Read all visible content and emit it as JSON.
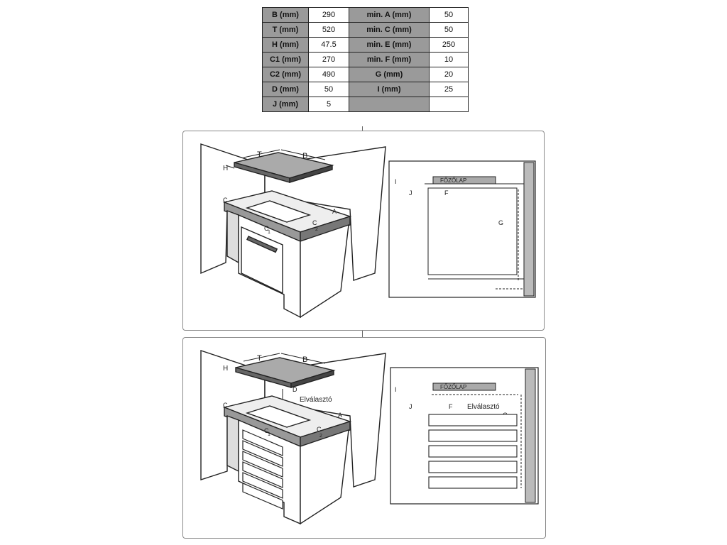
{
  "table": {
    "rows": [
      {
        "k1": "B (mm)",
        "v1": "290",
        "k2": "min. A (mm)",
        "v2": "50"
      },
      {
        "k1": "T (mm)",
        "v1": "520",
        "k2": "min. C (mm)",
        "v2": "50"
      },
      {
        "k1": "H (mm)",
        "v1": "47.5",
        "k2": "min. E (mm)",
        "v2": "250"
      },
      {
        "k1": "C1 (mm)",
        "v1": "270",
        "k2": "min. F (mm)",
        "v2": "10"
      },
      {
        "k1": "C2 (mm)",
        "v1": "490",
        "k2": "G (mm)",
        "v2": "20"
      },
      {
        "k1": "D (mm)",
        "v1": "50",
        "k2": "I (mm)",
        "v2": "25"
      },
      {
        "k1": "J (mm)",
        "v1": "5",
        "k2": "",
        "v2": ""
      }
    ]
  },
  "diagram1": {
    "labels": {
      "T": "T",
      "B": "B",
      "H": "H",
      "C": "C",
      "A": "A",
      "C1": "C",
      "C1_sub": "1",
      "C2": "C",
      "C2_sub": "2"
    },
    "side": {
      "cooktop": "FŐZŐLAP",
      "I": "I",
      "J": "J",
      "F": "F",
      "G": "G"
    }
  },
  "diagram2": {
    "labels": {
      "T": "T",
      "B": "B",
      "H": "H",
      "D": "D",
      "separator": "Elválasztó",
      "C": "C",
      "A": "A",
      "C1": "C",
      "C1_sub": "1",
      "C2": "C",
      "C2_sub": "2"
    },
    "side": {
      "cooktop": "FŐZŐLAP",
      "I": "I",
      "J": "J",
      "F": "F",
      "separator": "Elválasztó",
      "G": "G"
    }
  }
}
